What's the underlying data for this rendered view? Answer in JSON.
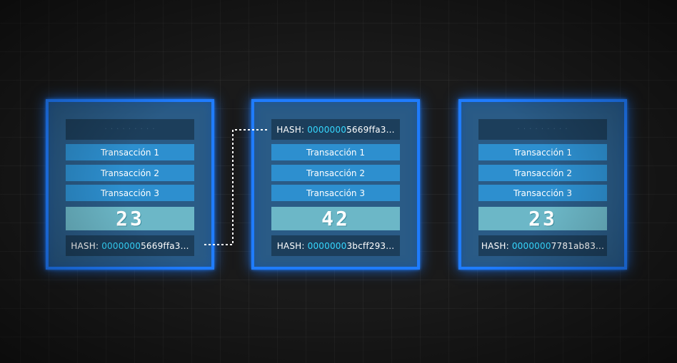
{
  "blocks": [
    {
      "prev_hash": {
        "label": "",
        "zeros": "",
        "rest": ""
      },
      "transactions": [
        "Transacción 1",
        "Transacción 2",
        "Transacción 3"
      ],
      "nonce": "23",
      "hash": {
        "label": "HASH:",
        "zeros": "0000000",
        "rest": "5669ffa3..."
      }
    },
    {
      "prev_hash": {
        "label": "HASH:",
        "zeros": "0000000",
        "rest": "5669ffa3..."
      },
      "transactions": [
        "Transacción 1",
        "Transacción 2",
        "Transacción 3"
      ],
      "nonce": "42",
      "hash": {
        "label": "HASH:",
        "zeros": "0000000",
        "rest": "3bcff293..."
      }
    },
    {
      "prev_hash": {
        "label": "",
        "zeros": "",
        "rest": ""
      },
      "transactions": [
        "Transacción 1",
        "Transacción 2",
        "Transacción 3"
      ],
      "nonce": "23",
      "hash": {
        "label": "HASH:",
        "zeros": "0000000",
        "rest": "7781ab83..."
      }
    }
  ],
  "colors": {
    "block_border": "#1f7cff",
    "hash_zeros": "#36d8ff",
    "transaction_bg": "#2d8fcf",
    "nonce_bg": "#6cb7c7"
  }
}
